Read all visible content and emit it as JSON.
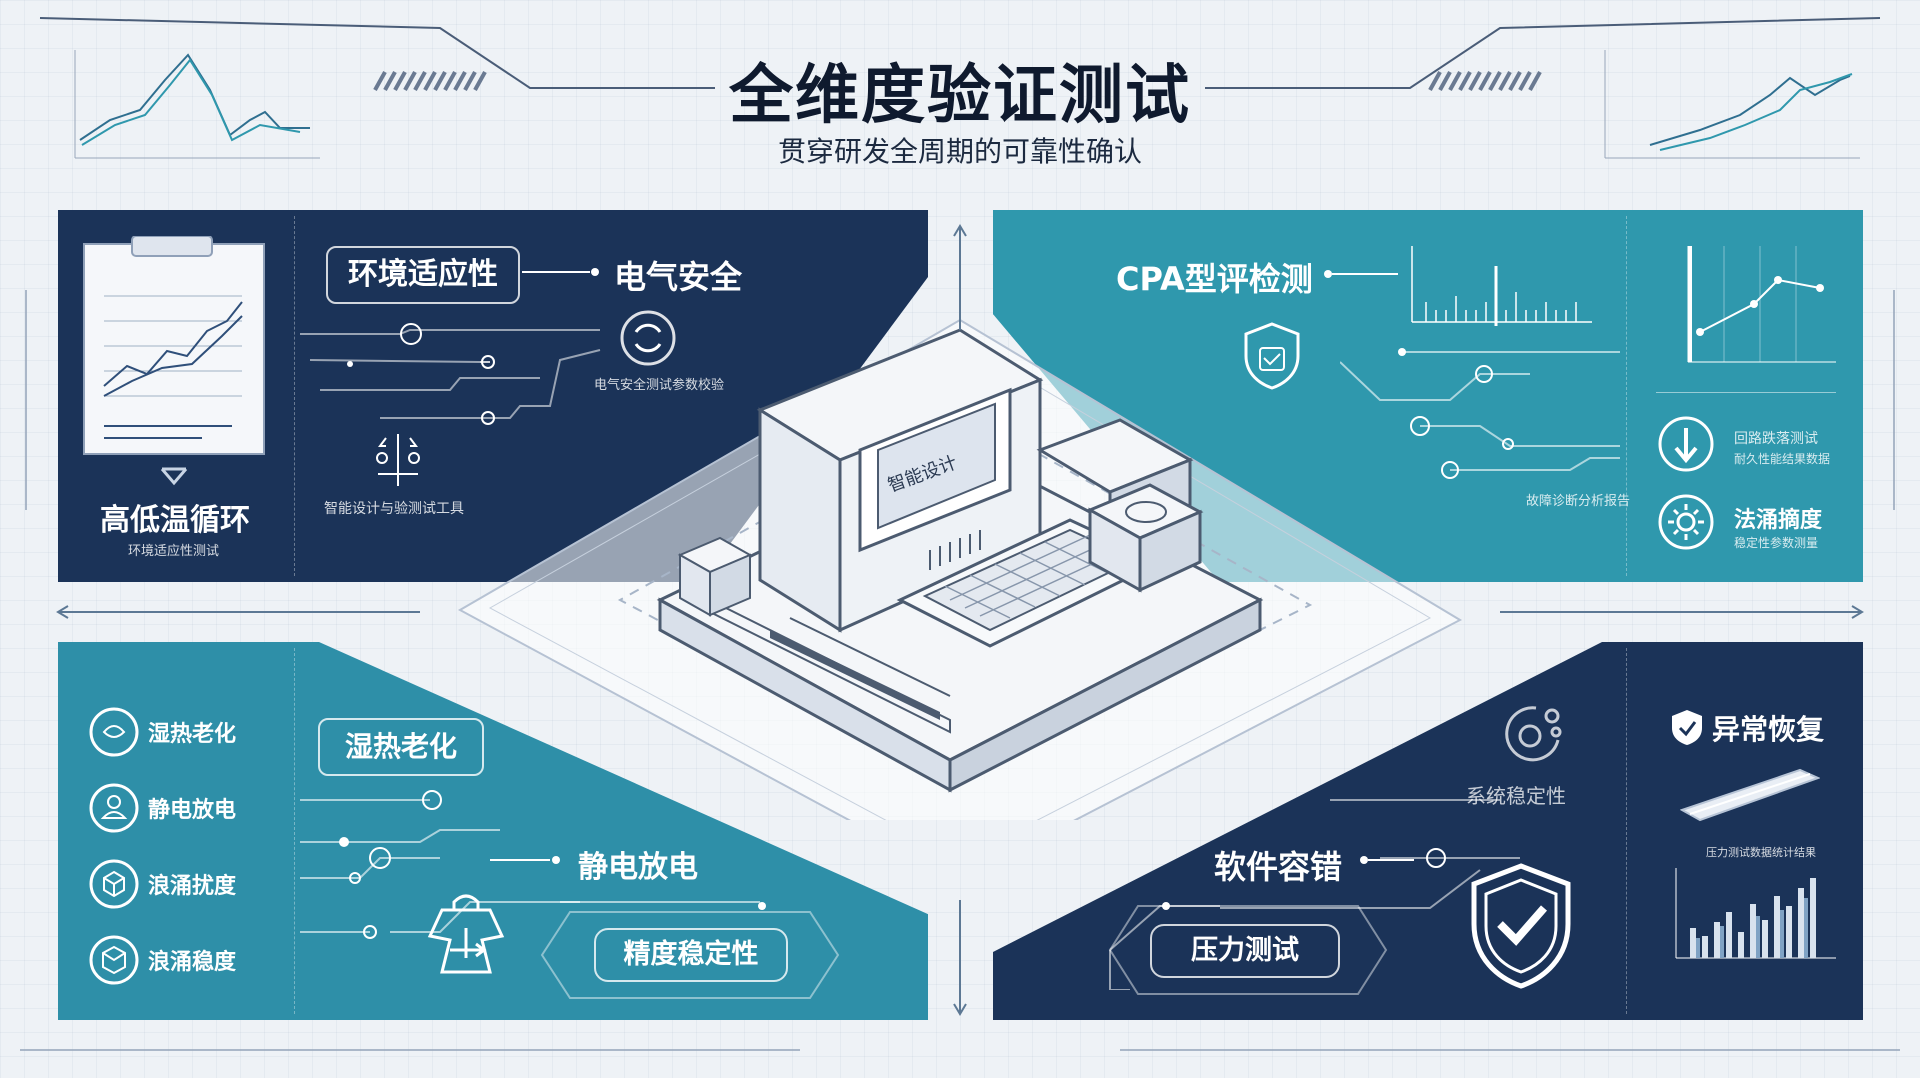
{
  "header": {
    "title": "全维度验证测试",
    "subtitle": "贯穿研发全周期的可靠性确认"
  },
  "top_left": {
    "pill": "环境适应性",
    "tag": "电气安全",
    "caption_title": "高低温循环",
    "caption_sub": "环境适应性测试",
    "tool_text": "智能设计与验测试工具",
    "small_text": "电气安全测试参数校验"
  },
  "top_right": {
    "tag": "CPA型评检测",
    "small_text": "故障诊断分析报告",
    "item1_title": "回路跌落测试",
    "item1_sub": "耐久性能结果数据",
    "item2_title": "法涌摘度",
    "item2_sub": "稳定性参数测量"
  },
  "bottom_left": {
    "list": [
      {
        "icon": "droplet-icon",
        "label": "湿热老化"
      },
      {
        "icon": "person-icon",
        "label": "静电放电"
      },
      {
        "icon": "cube-icon",
        "label": "浪涌扰度"
      },
      {
        "icon": "cube-icon",
        "label": "浪涌稳度"
      }
    ],
    "pill": "湿热老化",
    "tag": "静电放电",
    "hex_pill": "精度稳定性"
  },
  "bottom_right": {
    "tag": "软件容错",
    "stability": "系统稳定性",
    "hex_pill": "压力测试",
    "recovery": "异常恢复",
    "bars_caption": "压力测试数据统计结果"
  },
  "device": {
    "screen_text": "智能设计"
  },
  "colors": {
    "navy": "#1b3358",
    "teal": "#2f98ad",
    "background": "#eef2f6"
  }
}
